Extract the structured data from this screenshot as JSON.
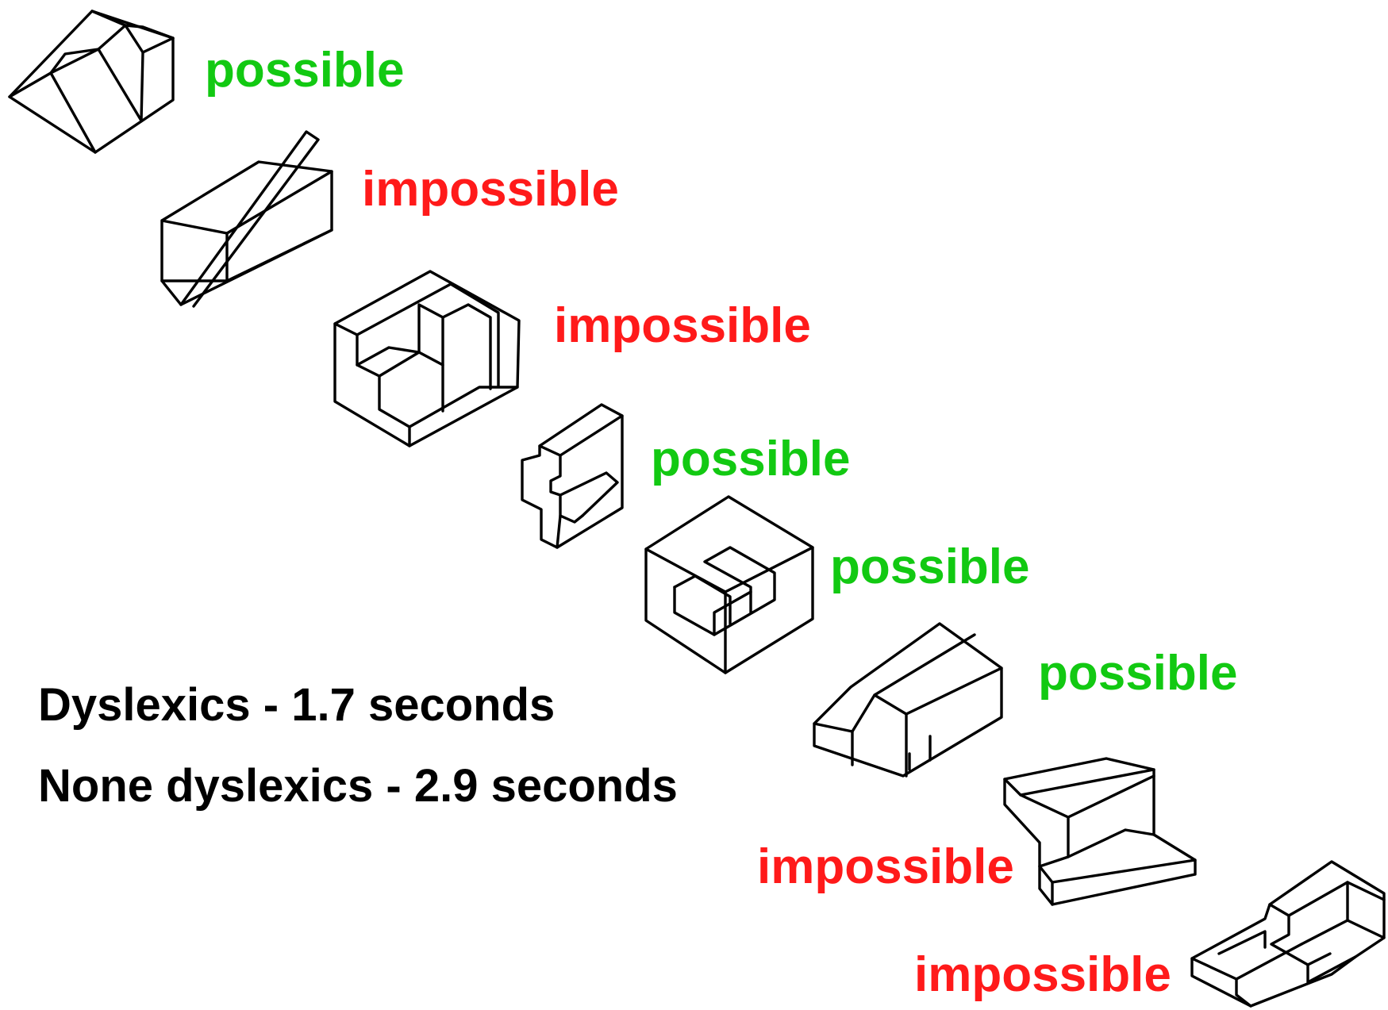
{
  "colors": {
    "possible": "#12c912",
    "impossible": "#ff1a1a",
    "text": "#000000"
  },
  "items": [
    {
      "label": "possible",
      "status": "possible",
      "icon": "wedge-block-figure-icon"
    },
    {
      "label": "impossible",
      "status": "impossible",
      "icon": "slanted-slab-figure-icon"
    },
    {
      "label": "impossible",
      "status": "impossible",
      "icon": "stepped-box-figure-icon"
    },
    {
      "label": "possible",
      "status": "possible",
      "icon": "cross-notched-block-figure-icon"
    },
    {
      "label": "possible",
      "status": "possible",
      "icon": "hook-frame-figure-icon"
    },
    {
      "label": "possible",
      "status": "possible",
      "icon": "house-with-arch-figure-icon"
    },
    {
      "label": "impossible",
      "status": "impossible",
      "icon": "twisted-slab-figure-icon"
    },
    {
      "label": "impossible",
      "status": "impossible",
      "icon": "interlocked-rings-figure-icon"
    }
  ],
  "stats": {
    "dyslexics": "Dyslexics - 1.7 seconds",
    "non_dyslexics": "None dyslexics - 2.9 seconds"
  }
}
